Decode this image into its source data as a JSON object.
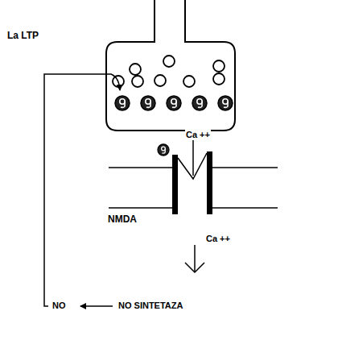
{
  "diagram": {
    "title": "La LTP",
    "labels": [
      "Ca ++",
      "NMDA",
      "Ca ++",
      "NO",
      "NO SINTETAZA"
    ]
  }
}
